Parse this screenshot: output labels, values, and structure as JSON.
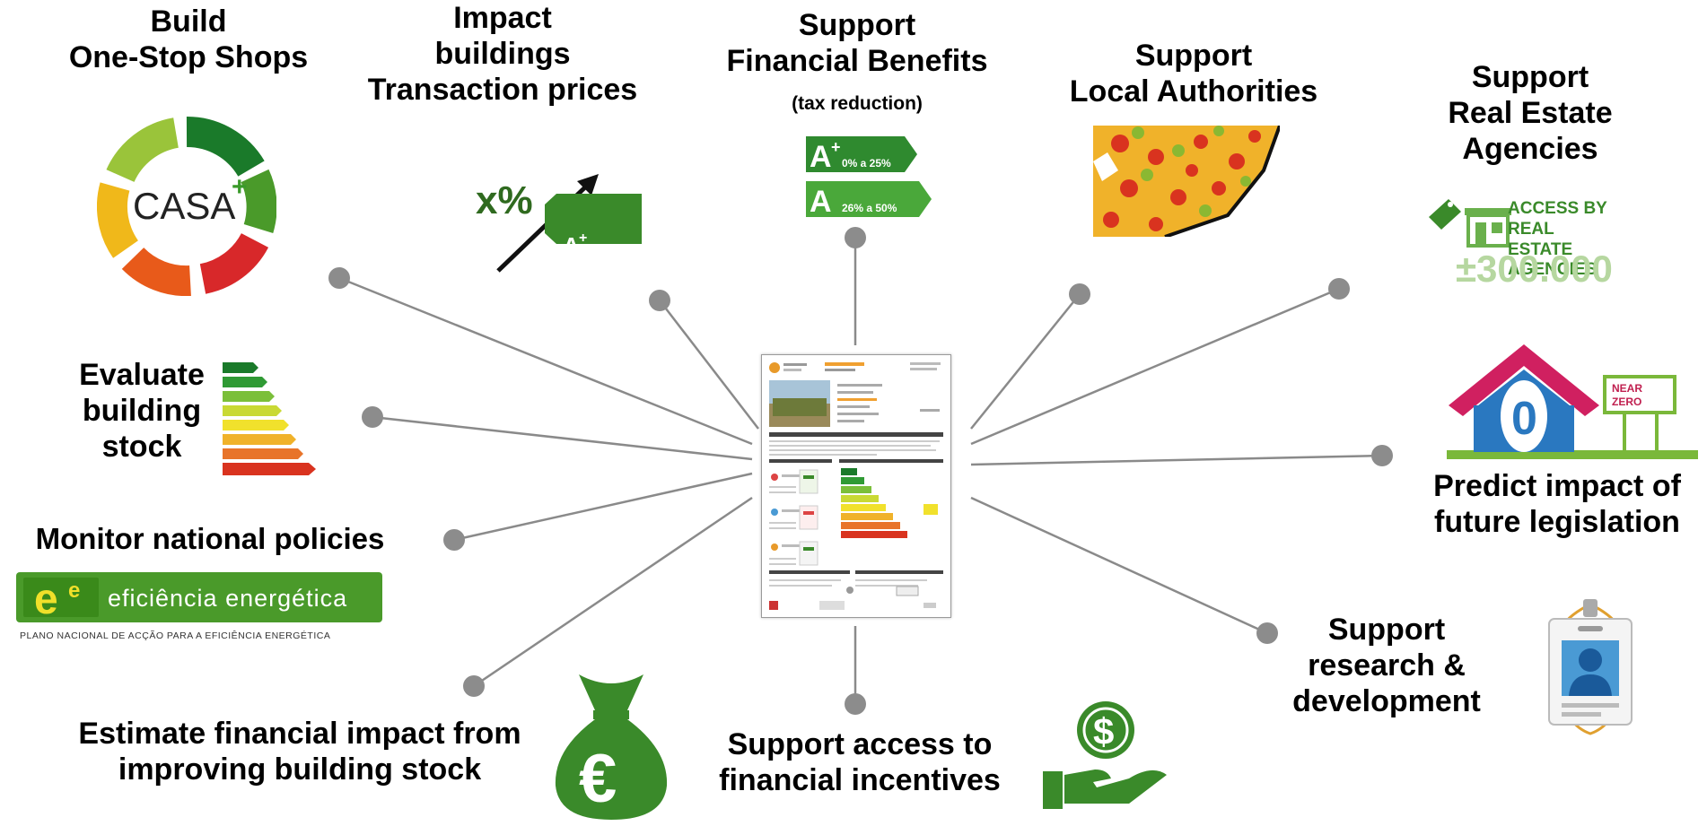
{
  "colors": {
    "green": "#3a8a2a",
    "lightgreen": "#66b032",
    "line": "#8a8a8a",
    "dot": "#8c8c8c"
  },
  "labels": {
    "one_stop": [
      "Build",
      "One-Stop Shops"
    ],
    "impact_prices": [
      "Impact",
      "buildings",
      "Transaction prices"
    ],
    "financial_benefits": [
      "Support",
      "Financial Benefits"
    ],
    "tax_reduction": "(tax reduction)",
    "local_authorities": [
      "Support",
      "Local Authorities"
    ],
    "real_estate": [
      "Support",
      "Real Estate",
      "Agencies"
    ],
    "evaluate": [
      "Evaluate",
      "building",
      "stock"
    ],
    "monitor": "Monitor national policies",
    "predict": [
      "Predict impact of",
      "future legislation"
    ],
    "estimate": [
      "Estimate financial impact from",
      "improving building stock"
    ],
    "access_incentives": [
      "Support access to",
      "financial incentives"
    ],
    "research": [
      "Support",
      "research &",
      "development"
    ]
  },
  "icons": {
    "casa_text": "CASA",
    "casa_plus": "+",
    "x_percent": "x%",
    "a_plus": "A",
    "a_plus_sup": "+",
    "tax_row1_letter": "A",
    "tax_row1_sup": "+",
    "tax_row1_range": "0% a 25%",
    "tax_row2_letter": "A",
    "tax_row2_range": "26% a 50%",
    "agencies_line1": "ACCESS BY REAL",
    "agencies_line2": "ESTATE AGENCIES",
    "agencies_count": "±300.000",
    "house_digit": "0",
    "near_zero_1": "NEAR",
    "near_zero_2": "ZERO",
    "ee_logo": "e",
    "ee_logo_sup": "e",
    "ee_name": "eficiência energética",
    "ee_sub": "PLANO NACIONAL DE ACÇÃO PARA A EFICIÊNCIA ENERGÉTICA",
    "euro": "€",
    "dollar": "$"
  }
}
